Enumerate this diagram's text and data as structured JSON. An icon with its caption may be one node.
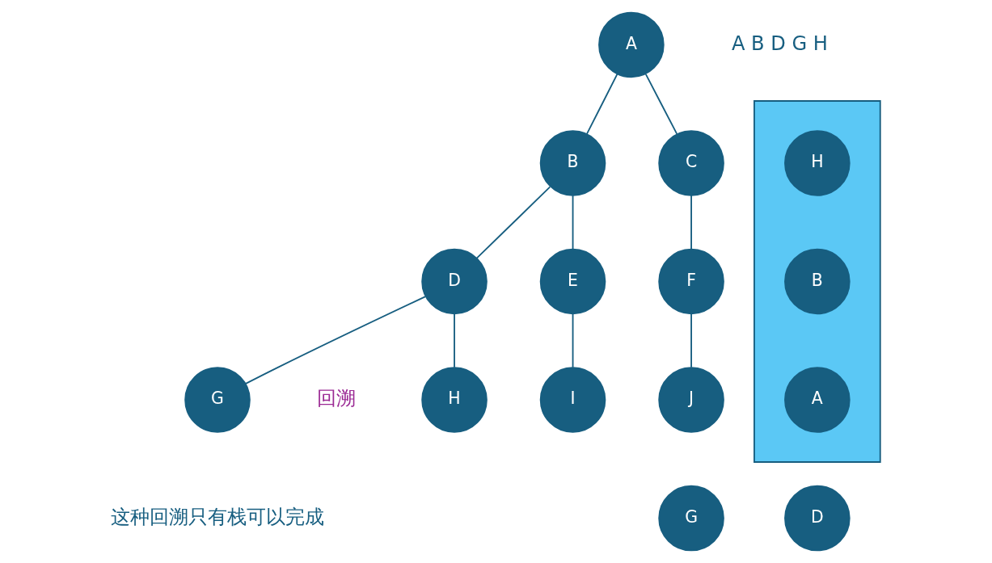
{
  "diagram": {
    "nodes": [
      {
        "text": [
          "A"
        ]
      },
      {
        "text": [
          "B"
        ]
      },
      {
        "text": [
          "C"
        ]
      },
      {
        "text": [
          "D"
        ]
      },
      {
        "text": [
          "E"
        ]
      },
      {
        "text": [
          "F"
        ]
      },
      {
        "text": [
          "G"
        ]
      },
      {
        "text": [
          "H"
        ]
      },
      {
        "text": [
          "I"
        ]
      },
      {
        "text": [
          "J"
        ]
      },
      {
        "text": [],
        "shape": "box"
      },
      {
        "text": [
          "H"
        ],
        "in": 10
      },
      {
        "text": [
          "B"
        ],
        "in": 10
      },
      {
        "text": [
          "A"
        ],
        "in": 10
      },
      {
        "text": [
          "G"
        ]
      },
      {
        "text": [
          "D"
        ]
      }
    ],
    "edges": [
      {
        "from": 0,
        "to": 1,
        "arrow": "none"
      },
      {
        "from": 0,
        "to": 2,
        "arrow": "none"
      },
      {
        "from": 1,
        "to": 3,
        "arrow": "none"
      },
      {
        "from": 1,
        "to": 4,
        "arrow": "none"
      },
      {
        "from": 2,
        "to": 5,
        "arrow": "none"
      },
      {
        "from": 3,
        "to": 6,
        "arrow": "none"
      },
      {
        "from": 3,
        "to": 7,
        "arrow": "none"
      },
      {
        "from": 4,
        "to": 8,
        "arrow": "none"
      },
      {
        "from": 5,
        "to": 9,
        "arrow": "none"
      }
    ],
    "labels": [
      "A B D G H",
      "回溯",
      "这种回溯只有栈可以完成"
    ]
  }
}
